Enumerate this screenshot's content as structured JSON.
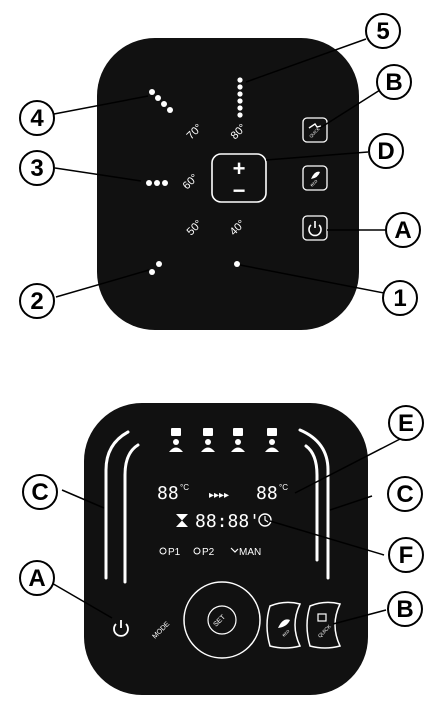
{
  "callouts": {
    "one": "1",
    "two": "2",
    "three": "3",
    "four": "4",
    "five": "5",
    "a": "A",
    "b": "B",
    "c": "C",
    "d": "D",
    "e": "E",
    "f": "F"
  },
  "top_panel": {
    "temp_40": "40°",
    "temp_50": "50°",
    "temp_60": "60°",
    "temp_70": "70°",
    "temp_80": "80°",
    "plus": "+",
    "minus": "−",
    "eco_label": "eco",
    "quick_label": "QUICK"
  },
  "bottom_panel": {
    "temp_left": "88",
    "temp_right": "88",
    "unit": "°C",
    "arrows": "▸▸▸▸",
    "time": "88:88'",
    "program_1": "P1",
    "program_2": "P2",
    "manual": "MAN",
    "mode_label": "MODE",
    "set_label": "SET",
    "eco_label": "eco",
    "quick_label": "QUICK"
  }
}
